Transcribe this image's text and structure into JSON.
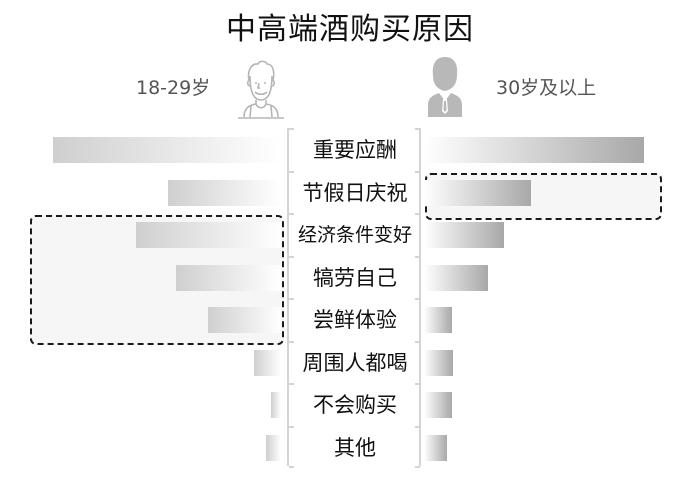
{
  "chart_data": {
    "type": "bar",
    "orientation": "horizontal-butterfly",
    "title": "中高端酒购买原因",
    "categories": [
      "重要应酬",
      "节假日庆祝",
      "经济条件变好",
      "犒劳自己",
      "尝鲜体验",
      "周围人都喝",
      "不会购买",
      "其他"
    ],
    "series": [
      {
        "name": "18-29岁",
        "side": "left",
        "values": [
          228,
          113,
          145,
          105,
          73,
          27,
          10,
          15
        ]
      },
      {
        "name": "30岁及以上",
        "side": "right",
        "values": [
          220,
          107,
          80,
          64,
          28,
          29,
          28,
          23
        ]
      }
    ],
    "value_unit": "relative bar length (px, no axis labels shown)",
    "highlights": [
      {
        "series": "18-29岁",
        "categories": [
          "经济条件变好",
          "犒劳自己",
          "尝鲜体验"
        ]
      },
      {
        "series": "30岁及以上",
        "categories": [
          "节假日庆祝"
        ]
      }
    ],
    "xlabel": "",
    "ylabel": "",
    "grid": false,
    "legend": "icons above each side"
  },
  "title": "中高端酒购买原因",
  "groups": {
    "left": {
      "label": "18-29岁",
      "icon": "young-man-outline-icon"
    },
    "right": {
      "label": "30岁及以上",
      "icon": "businessman-silhouette-icon"
    }
  },
  "colors": {
    "left_bar_start": "#cfcfcf",
    "right_bar_end": "#a8a8a8",
    "axis": "#d4d4d4",
    "highlight_bg": "#f6f6f6"
  }
}
